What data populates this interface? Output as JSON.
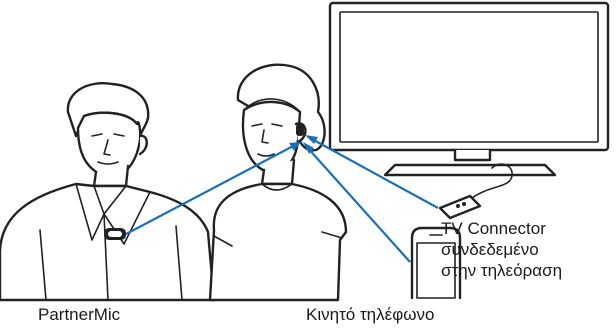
{
  "labels": {
    "partnermic": "PartnerMic",
    "phone": "Κινητό τηλέφωνο",
    "tv_line1": "TV Connector",
    "tv_line2": "συνδεδεμένο",
    "tv_line3": "στην τηλεόραση"
  },
  "colors": {
    "signal": "#1a6fb5",
    "outline": "#222222",
    "background": "#ffffff"
  }
}
